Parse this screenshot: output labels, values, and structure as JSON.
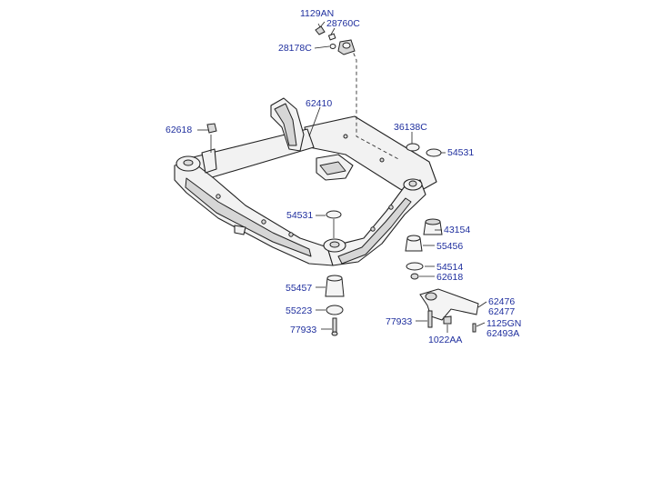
{
  "labels": {
    "p1129AN": "1129AN",
    "p28760C": "28760C",
    "p28178C": "28178C",
    "p62410": "62410",
    "p62618a": "62618",
    "p36138C": "36138C",
    "p54531a": "54531",
    "p54531b": "54531",
    "p43154": "43154",
    "p55456": "55456",
    "p54514": "54514",
    "p62618b": "62618",
    "p55457": "55457",
    "p55223": "55223",
    "p77933a": "77933",
    "p77933b": "77933",
    "p62476": "62476",
    "p62477": "62477",
    "p1125GN": "1125GN",
    "p62493A": "62493A",
    "p1022AA": "1022AA"
  }
}
